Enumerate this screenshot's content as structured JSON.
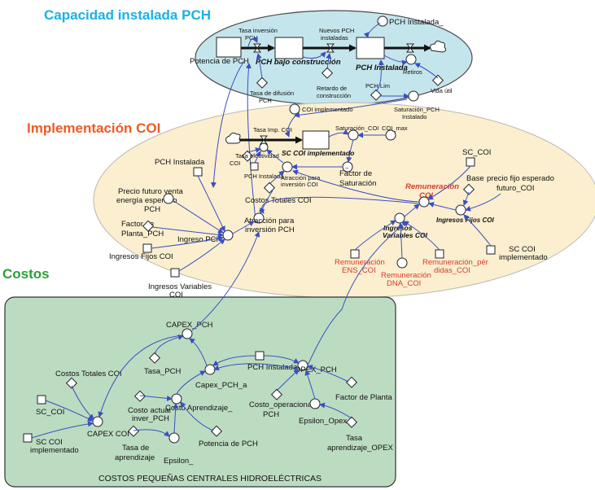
{
  "sections": {
    "pch_title": "Capacidad instalada PCH",
    "coi_title": "Implementación COI",
    "costos_title": "Costos",
    "costos_footer": "COSTOS PEQUEÑAS CENTRALES HIDROELÉCTRICAS"
  },
  "colors": {
    "pch_fill": "#c5e5ec",
    "coi_fill": "#fbefcf",
    "costos_fill": "#bcdcc2",
    "pch_title": "#1ab1e6",
    "coi_title": "#f05a24",
    "costos_title": "#2c9e3a",
    "arrow": "#3a4fc0",
    "red_text": "#d83a2a"
  },
  "pch": {
    "potencia": "Potencia de PCH",
    "tasa_inversion": [
      "Tasa inversión",
      "PCH"
    ],
    "bajo_construccion": "PCH bajo construcción",
    "nuevos": [
      "Nuevos PCH",
      "instaladas"
    ],
    "instalada_stock": "PCH Instalada",
    "instalada_shadow": "PCH Instalada_",
    "tasa_difusion": [
      "Tasa de difusión",
      "PCH"
    ],
    "retardo": [
      "Retardo de",
      "construcción"
    ],
    "retiros": "Retiros",
    "vida_util": "Vida útil",
    "lim": "PCH Lim",
    "saturacion": [
      "Saturación_PCH",
      "Instalado"
    ]
  },
  "coi": {
    "implementado_shadow": "COI implementado",
    "tasa_imp": "Tasa Imp. COI",
    "stock": "SC COI implementado",
    "saturacion_coi": "Saturación_COI",
    "coi_max": "COI_max",
    "tasa_efectividad": [
      "Tasa efectividad",
      "COI"
    ],
    "pch_instalada_small": "PCH Instalada",
    "atraccion_small": [
      "Atracción para",
      "inversión COI"
    ],
    "factor_saturacion": [
      "Factor de",
      "Saturación"
    ],
    "costos_totales": "Costos Totales COI",
    "pch_instalada": "PCH Instalada",
    "precio_futuro": [
      "Precio futuro venta",
      "energía esperado",
      "PCH"
    ],
    "factor_planta": [
      "Factor de",
      "Planta_PCH"
    ],
    "ingresos_fijos": "Ingresos Fijos COI",
    "ingreso_pch": "Ingreso PCH",
    "atraccion_pch": [
      "Atracción para",
      "inversión PCH"
    ],
    "ingresos_variables": [
      "Ingresos Variables",
      "COI"
    ],
    "sc_coi": "SC_COI",
    "base": "Base",
    "precio_fijo": [
      "precio fijo esperado",
      "futuro_COI"
    ],
    "remuneracion": [
      "Remuneración",
      "COI"
    ],
    "ingresos_var_bold": [
      "Ingresos",
      "Variables COI"
    ],
    "ingresos_fijos_bold": "Ingresos Fijos COI",
    "sc_coi_impl": [
      "SC COI",
      "implementado"
    ],
    "rem_ens": [
      "Remuneración",
      "ENS_COI"
    ],
    "rem_dna": [
      "Remuneración",
      "DNA_COI"
    ],
    "rem_perdidas": [
      "Remuneración_pér",
      "didas_COI"
    ]
  },
  "costos": {
    "capex_pch": "CAPEX_PCH",
    "tasa_pch": "Tasa_PCH",
    "costos_totales": "Costos Totales COI",
    "capex_pch_a": "Capex_PCH_a",
    "pch_instalada": "PCH Instalada",
    "opex_pch": "OPEX_PCH",
    "factor_planta": "Factor de Planta",
    "sc_coi": "SC_COI",
    "costo_actual": [
      "Costo actual",
      "inver_PCH"
    ],
    "costo_aprendizaje": "Costo Aprendizaje_",
    "costo_operacional": [
      "Costo_operacional_",
      "PCH"
    ],
    "capex_coi": "CAPEX COI",
    "epsilon_opex": "Epsilon_Opex",
    "sc_coi_impl": [
      "SC COI",
      "implementado"
    ],
    "tasa_aprendizaje": [
      "Tasa de",
      "aprendizaje"
    ],
    "epsilon": "Epsilon_",
    "potencia": "Potencia de PCH",
    "tasa_aprendizaje_opex": [
      "Tasa",
      "aprendizaje_OPEX"
    ]
  }
}
